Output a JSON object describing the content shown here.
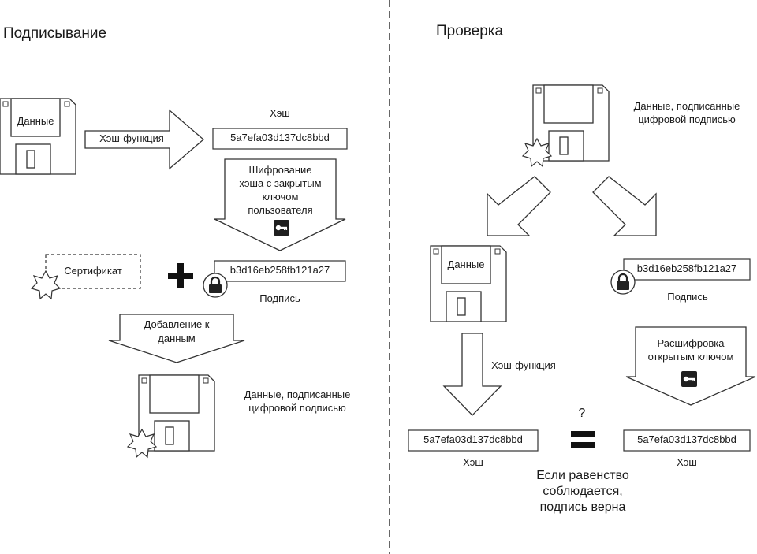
{
  "signing": {
    "title": "Подписывание",
    "data_label": "Данные",
    "hash_function_label": "Хэш-функция",
    "hash_caption": "Хэш",
    "hash_value": "5a7efa03d137dc8bbd",
    "encrypt_label": "Шифрование хэша с закрытым ключом пользователя",
    "encrypt_lines": [
      "Шифрование",
      "хэша с закрытым",
      "ключом",
      "пользователя"
    ],
    "certificate_label": "Сертификат",
    "plus_symbol": "+",
    "signature_value": "b3d16eb258fb121a27",
    "signature_caption": "Подпись",
    "attach_lines": [
      "Добавление к",
      "данным"
    ],
    "signed_data_lines": [
      "Данные, подписанные",
      "цифровой подписью"
    ]
  },
  "verification": {
    "title": "Проверка",
    "signed_data_lines": [
      "Данные, подписанные",
      "цифровой подписью"
    ],
    "data_label": "Данные",
    "signature_value": "b3d16eb258fb121a27",
    "signature_caption": "Подпись",
    "hash_function_label": "Хэш-функция",
    "decrypt_lines": [
      "Расшифровка",
      "открытым ключом"
    ],
    "hash_value_left": "5a7efa03d137dc8bbd",
    "hash_value_right": "5a7efa03d137dc8bbd",
    "hash_caption": "Хэш",
    "question_mark": "?",
    "equals_symbol": "=",
    "result_lines": [
      "Если равенство",
      "соблюдается,",
      "подпись верна"
    ]
  },
  "icons": {
    "floppy": "floppy-disk-icon",
    "key": "key-icon",
    "lock": "padlock-icon",
    "seal": "star-seal-icon"
  },
  "colors": {
    "stroke": "#333333",
    "icon_dark": "#222222",
    "background": "#ffffff"
  }
}
